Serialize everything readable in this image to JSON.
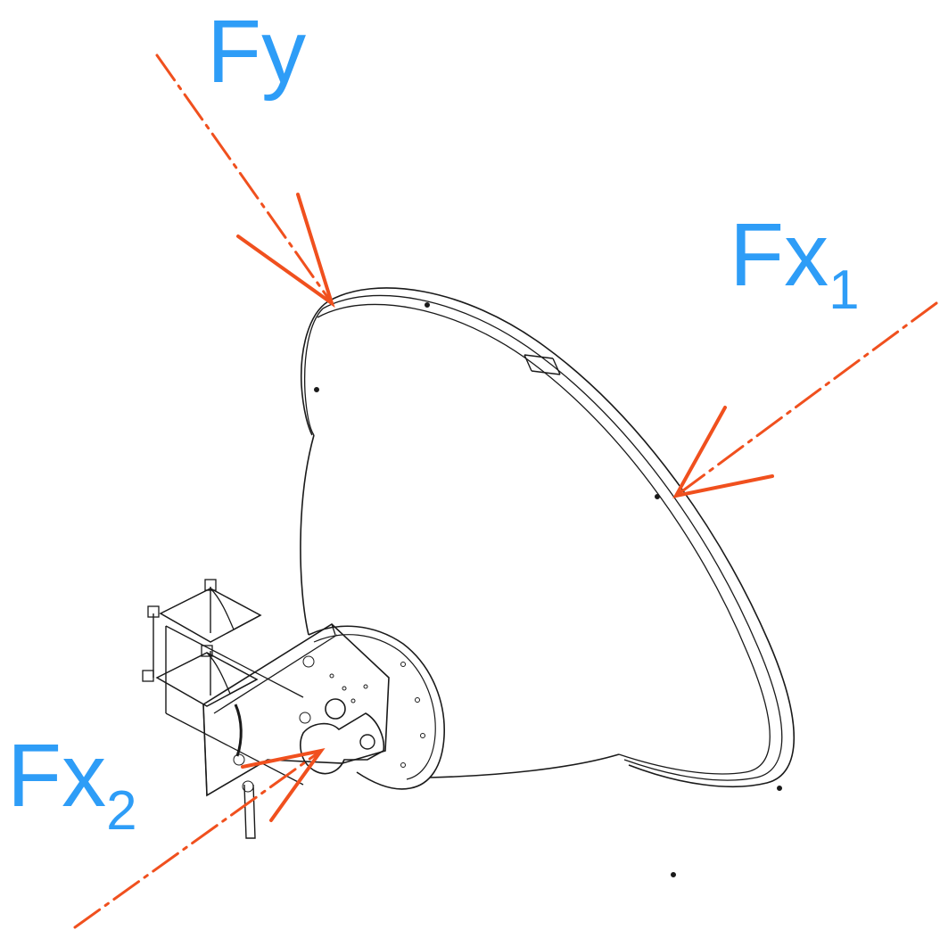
{
  "colors": {
    "label": "#2e9df7",
    "force_line": "#f0501e",
    "drawing": "#1a1a1a",
    "background": "#ffffff"
  },
  "labels": {
    "fy": "Fy",
    "fx1_base": "Fx",
    "fx1_sub": "1",
    "fx2_base": "Fx",
    "fx2_sub": "2"
  }
}
